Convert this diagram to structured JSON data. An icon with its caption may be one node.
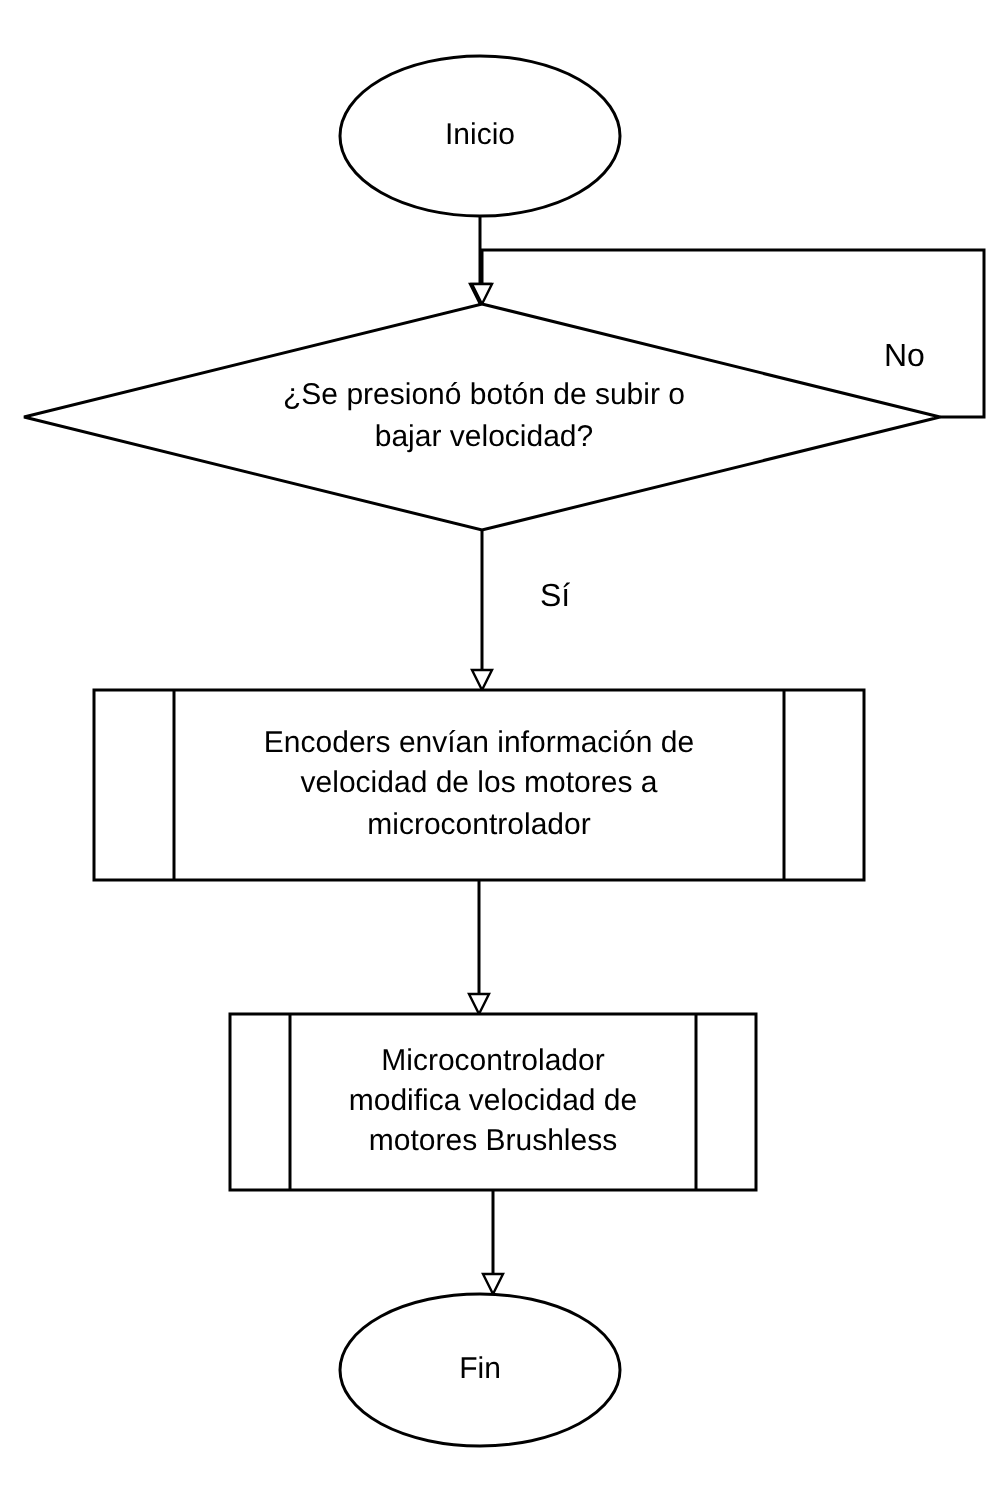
{
  "diagram": {
    "nodes": [
      {
        "text": [
          "Inicio"
        ]
      },
      {
        "text": [
          "¿Se presionó botón de subir o bajar velocidad?"
        ]
      },
      {
        "text": [
          "Encoders envían información de velocidad de los motores a microcontrolador"
        ]
      },
      {
        "text": [
          "Microcontrolador modifica velocidad de motores Brushless"
        ]
      },
      {
        "text": [
          "Fin"
        ]
      }
    ],
    "edges": [
      {
        "from": 0,
        "to": 1,
        "arrow": "to"
      },
      {
        "from": 1,
        "to": 2,
        "arrow": "to",
        "label": "Sí"
      },
      {
        "from": 2,
        "to": 3,
        "arrow": "to"
      },
      {
        "from": 3,
        "to": 4,
        "arrow": "to"
      },
      {
        "from": 1,
        "to": 1,
        "arrow": "to",
        "label": "No"
      }
    ]
  }
}
